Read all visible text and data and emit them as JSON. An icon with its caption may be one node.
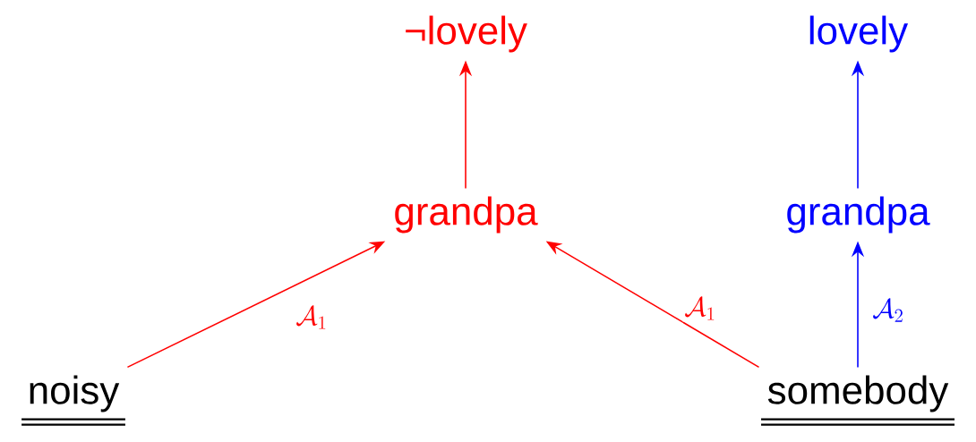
{
  "diagram": {
    "nodes": [
      {
        "text": [
          "¬lovely"
        ]
      },
      {
        "text": [
          "lovely"
        ]
      },
      {
        "text": [
          "grandpa"
        ]
      },
      {
        "text": [
          "grandpa"
        ]
      },
      {
        "text": [
          "noisy"
        ]
      },
      {
        "text": [
          "somebody"
        ]
      }
    ],
    "edges": [
      {
        "from": 2,
        "to": 0,
        "arrow": "to"
      },
      {
        "from": 3,
        "to": 1,
        "arrow": "to",
        "color": "#0000ff"
      },
      {
        "from": 4,
        "to": 2,
        "arrow": "to",
        "label": "\\mathcal{A}_1"
      },
      {
        "from": 5,
        "to": 2,
        "arrow": "to",
        "label": "\\mathcal{A}_1"
      },
      {
        "from": 5,
        "to": 3,
        "arrow": "to",
        "label": "\\mathcal{A}_2",
        "color": "#0000ff"
      }
    ]
  }
}
